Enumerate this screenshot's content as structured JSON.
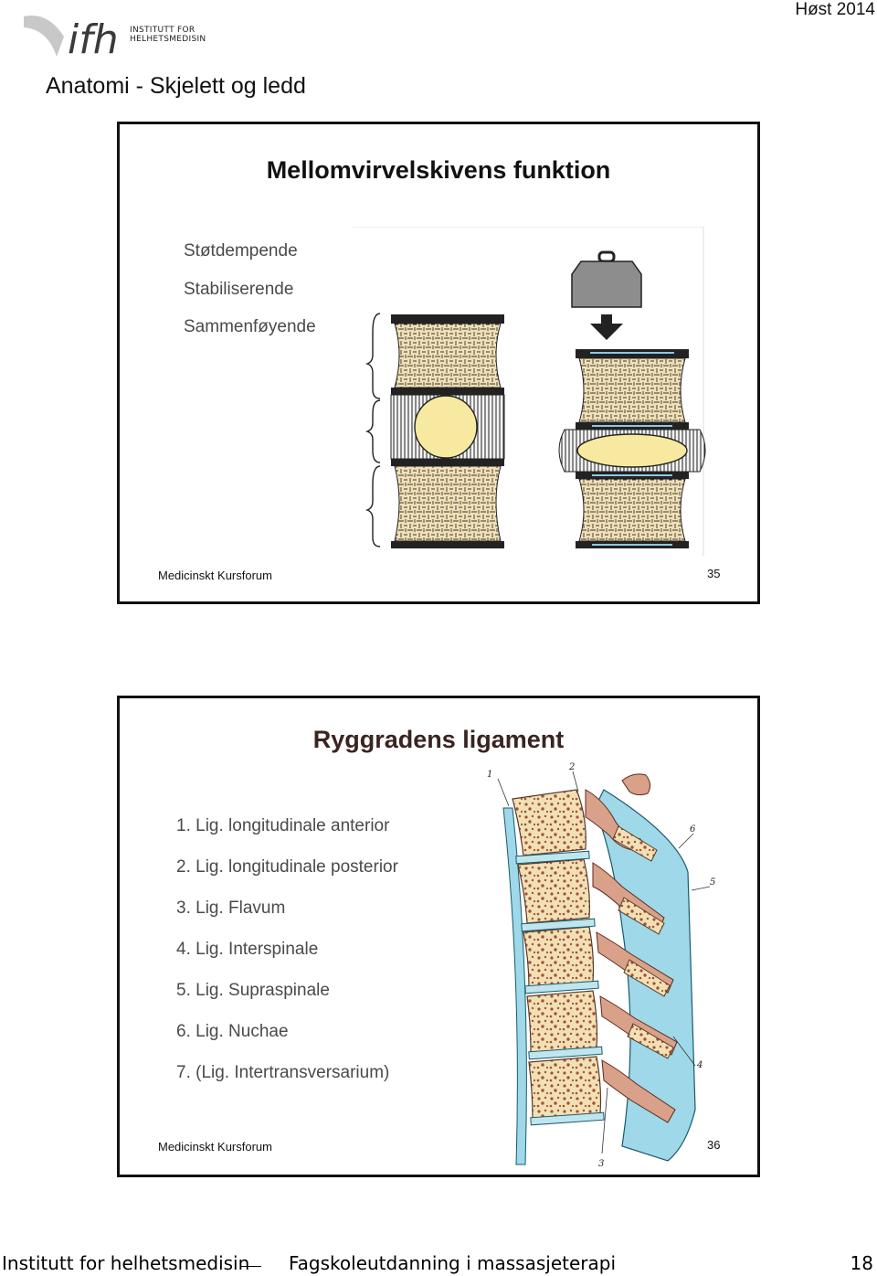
{
  "header": {
    "logo_text": [
      "INSTITUTT FOR",
      "HELHETSMEDISIN"
    ],
    "term": "Høst 2014",
    "course_title": "Anatomi - Skjelett og ledd"
  },
  "slides": [
    {
      "title": "Mellomvirvelskivens funktion",
      "bullets": [
        "Støtdempende",
        "Stabiliserende",
        "Sammenføyende"
      ],
      "footer_left": "Medicinskt Kursforum",
      "slide_number": "35"
    },
    {
      "title": "Ryggradens ligament",
      "bullets": [
        "1.  Lig. longitudinale anterior",
        "2.  Lig. longitudinale posterior",
        "3.  Lig. Flavum",
        "4.  Lig. Interspinale",
        "5.  Lig. Supraspinale",
        "6.  Lig. Nuchae",
        "7.  (Lig. Intertransversarium)"
      ],
      "figure_labels": [
        "1",
        "2",
        "6",
        "5",
        "4",
        "3"
      ],
      "footer_left": "Medicinskt Kursforum",
      "slide_number": "36"
    }
  ],
  "footer": {
    "institute": "Institutt for helhetsmedisin",
    "program": "Fagskoleutdanning i massasjeterapi",
    "page_number": "18"
  },
  "colors": {
    "disc_nucleus": "#f7e9a0",
    "vertebra_body": "#f2e0b5",
    "ligament_blue": "#9fd8e8",
    "bone_pink": "#d9a08a"
  }
}
